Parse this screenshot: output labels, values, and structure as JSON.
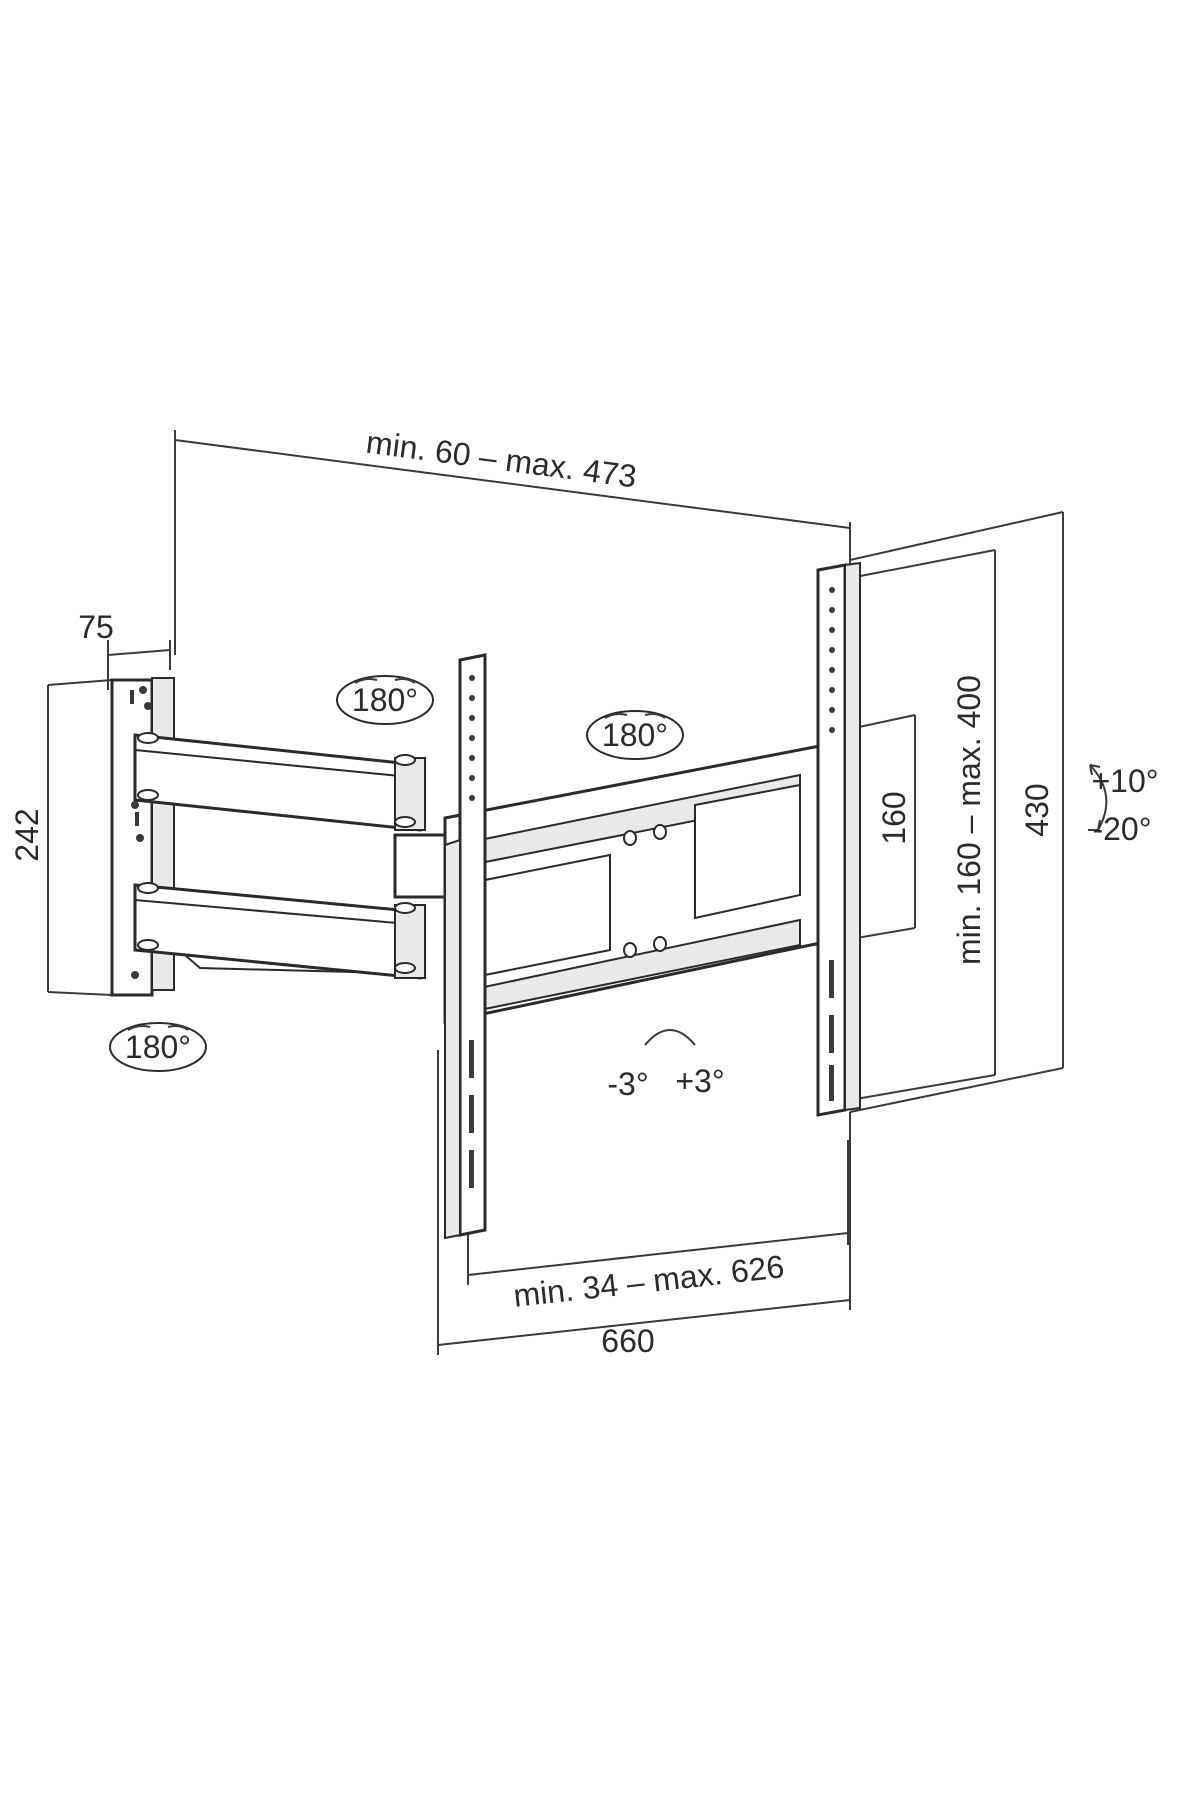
{
  "dimensions": {
    "arm_extension": "min. 60 – max. 473",
    "wall_plate_depth": "75",
    "wall_plate_height": "242",
    "vertical_hole_spacing": "160",
    "vesa_vertical_range": "min. 160 – max. 400",
    "total_height": "430",
    "horizontal_vesa_range": "min. 34 – max. 626",
    "total_width": "660"
  },
  "rotations": {
    "arm_swivel": "180°",
    "head_swivel": "180°",
    "wall_swivel": "180°",
    "tilt_up": "+10°",
    "tilt_down": "-20°",
    "level_minus": "-3°",
    "level_plus": "+3°"
  },
  "colors": {
    "line": "#2a2a2a",
    "background": "#ffffff"
  }
}
